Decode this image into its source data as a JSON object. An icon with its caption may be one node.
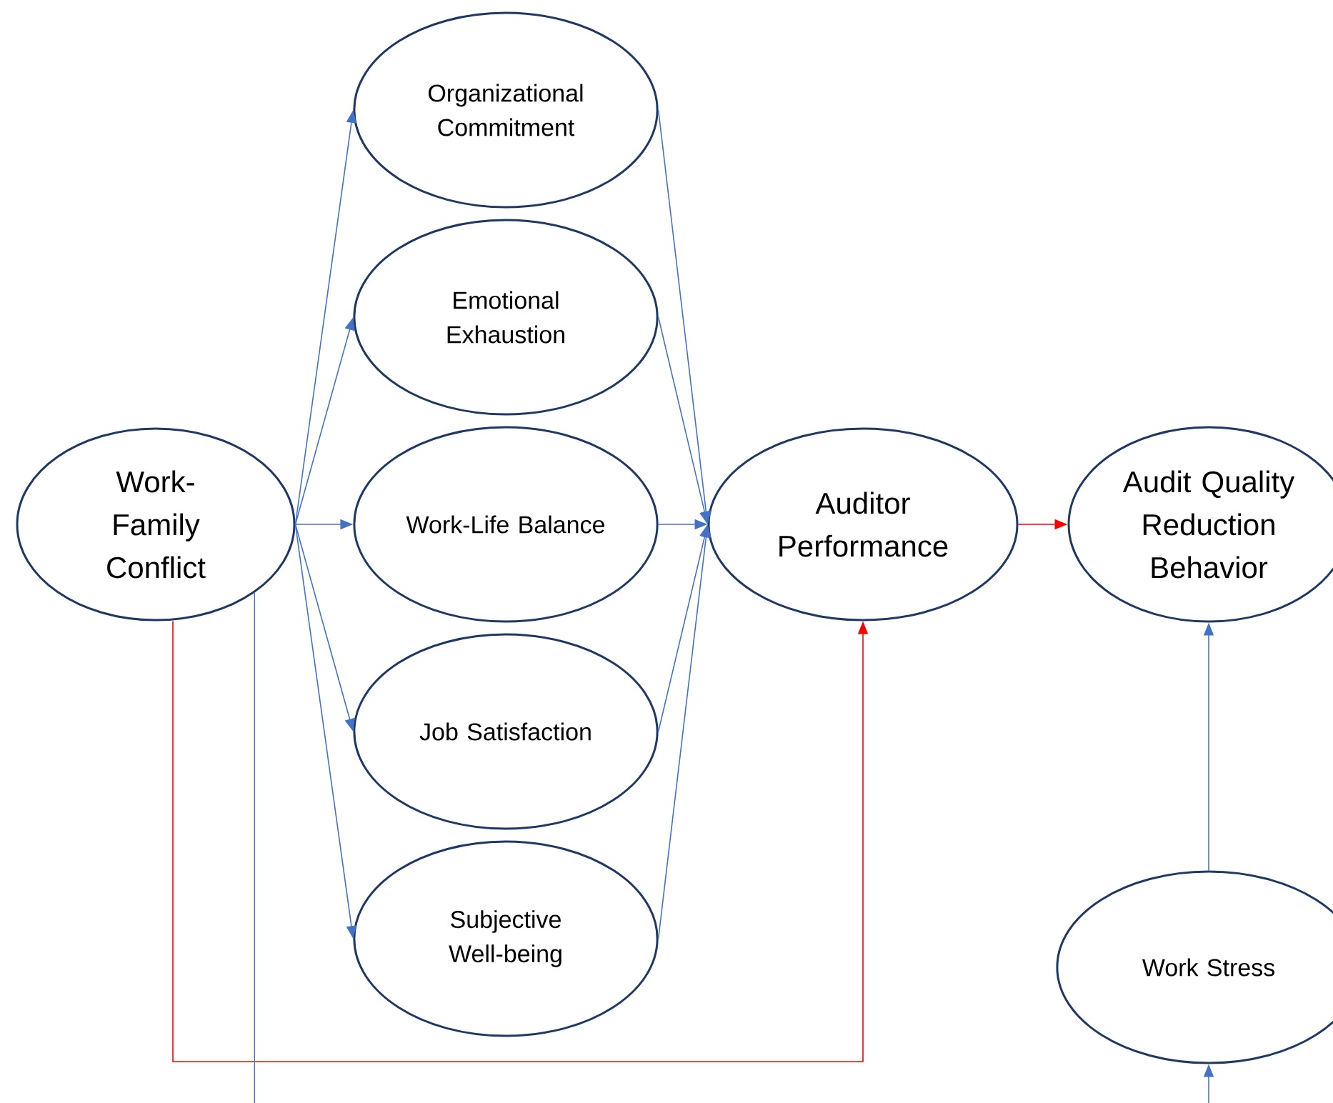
{
  "diagram": {
    "nodes": [
      {
        "text": [
          "Work-Family Conflict"
        ]
      },
      {
        "text": [
          "Organizational Commitment"
        ]
      },
      {
        "text": [
          "Emotional Exhaustion"
        ]
      },
      {
        "text": [
          "Work-Life Balance"
        ]
      },
      {
        "text": [
          "Job Satisfaction"
        ]
      },
      {
        "text": [
          "Subjective Well-being"
        ]
      },
      {
        "text": [
          "Auditor Performance"
        ]
      },
      {
        "text": [
          "Audit Quality Reduction Behavior"
        ]
      },
      {
        "text": [
          "Work Stress"
        ]
      }
    ],
    "edges": [
      {
        "from": 0,
        "to": 1,
        "arrow": "to"
      },
      {
        "from": 0,
        "to": 2,
        "arrow": "to"
      },
      {
        "from": 0,
        "to": 3,
        "arrow": "to"
      },
      {
        "from": 0,
        "to": 4,
        "arrow": "to"
      },
      {
        "from": 0,
        "to": 5,
        "arrow": "to"
      },
      {
        "from": 1,
        "to": 6,
        "arrow": "to"
      },
      {
        "from": 2,
        "to": 6,
        "arrow": "to"
      },
      {
        "from": 3,
        "to": 6,
        "arrow": "to"
      },
      {
        "from": 4,
        "to": 6,
        "arrow": "to"
      },
      {
        "from": 5,
        "to": 6,
        "arrow": "to"
      },
      {
        "from": 6,
        "to": 7,
        "arrow": "to",
        "color": "#ff0000"
      },
      {
        "from": 0,
        "to": 6,
        "arrow": "to",
        "color": "#ff0000"
      },
      {
        "from": 8,
        "to": 7,
        "arrow": "to"
      },
      {
        "from": 0,
        "to": null,
        "arrow": "none"
      },
      {
        "from": null,
        "to": 8,
        "arrow": "to"
      }
    ]
  }
}
